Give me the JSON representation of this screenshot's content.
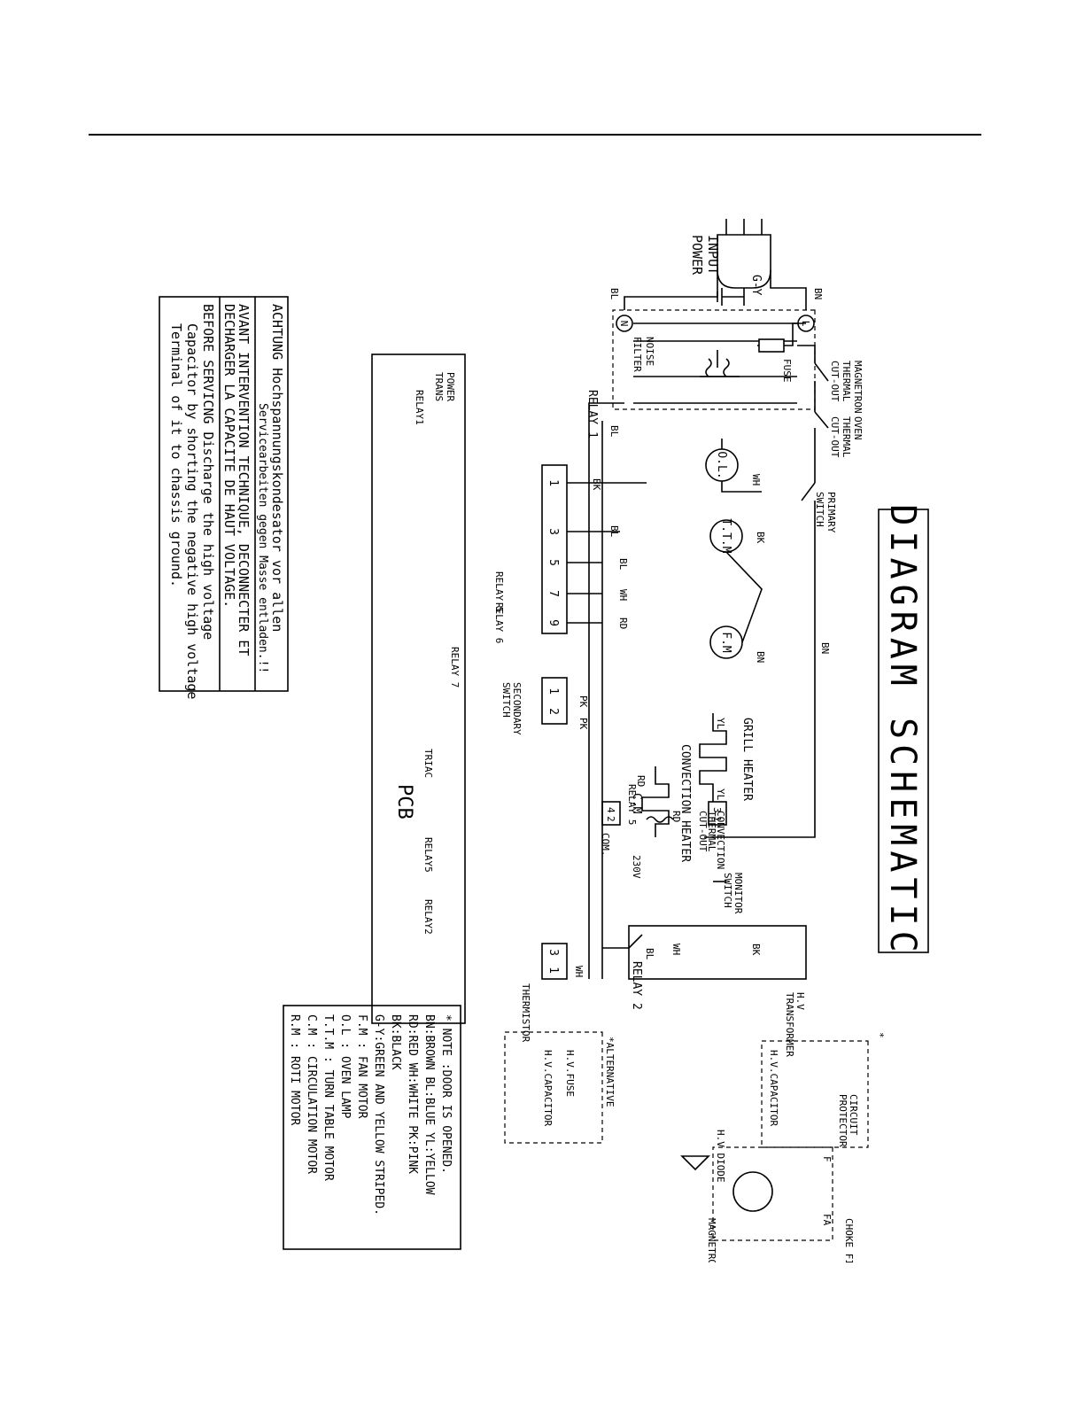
{
  "title": "DIAGRAM SCHEMATIC",
  "pcb": "PCB",
  "input_power": [
    "INPUT",
    "POWER"
  ],
  "ground_label": "G-Y",
  "noise_filter": [
    "NOISE",
    "FILTER"
  ],
  "fuse": "FUSE",
  "magnetron_cutout": [
    "MAGNETRON",
    "THERMAL",
    "CUT-OUT"
  ],
  "oven_cutout": [
    "OVEN",
    "THERMAL",
    "CUT-OUT"
  ],
  "primary_switch": [
    "PRIMARY",
    "SWITCH"
  ],
  "secondary_switch": [
    "SECONDARY",
    "SWITCH"
  ],
  "monitor_switch": [
    "MONITOR",
    "SWITCH"
  ],
  "power_trans": [
    "POWER",
    "TRANS"
  ],
  "relays": {
    "relay1": "RELAY 1",
    "relay1_coil": "RELAY1",
    "relay5": "RELAY 5",
    "relay6": "RELAY 6",
    "relay7": "RELAY 7",
    "relay5_coil": "RELAY5",
    "relay2_coil": "RELAY2",
    "relay2": "RELAY 2",
    "relay5_small": "RELAY 5",
    "triac": "TRIAC"
  },
  "motors": {
    "ol": "O.L.",
    "ttm": "T.T.M",
    "fm": "F.M",
    "cm": "C.M"
  },
  "heaters": {
    "grill": "GRILL HEATER",
    "convection": "CONVECTION HEATER",
    "conv_cutout": [
      "CONVECTION",
      "THERMAL",
      "CUT-OUT"
    ]
  },
  "transformer": [
    "H.V",
    "TRANSFORMER"
  ],
  "hv_diode": "H.V DIODE",
  "circuit_protector": [
    "CIRCUIT",
    "PROTECTOR"
  ],
  "hv_capacitor_small": "H.V.CAPACITOR",
  "alternative": "*ALTERNATIVE",
  "hv_fuse": "H.V.FUSE",
  "hv_capacitor": "H.V.CAPACITOR",
  "magnetron": "MAGNETRON",
  "choke_filter": "CHOKE FILTER(OPTION)",
  "thermistor": "THERMISTOR",
  "cm_voltage": "230V",
  "cm_common": "COM.",
  "connector": {
    "pins": [
      "1",
      "3",
      "5",
      "7",
      "9"
    ],
    "sec_pins": [
      "1",
      "2"
    ],
    "therm_pins": [
      "3",
      "1"
    ],
    "cm_pins": [
      "4",
      "2"
    ],
    "conv_pins": [
      "3",
      "1"
    ]
  },
  "wire_codes": {
    "bn": "BN",
    "bl": "BL",
    "bk": "BK",
    "wh": "WH",
    "rd": "RD",
    "yl": "YL",
    "pk": "PK",
    "f": "F",
    "fa": "FA"
  },
  "warning": [
    "ACHTUNG Hochspannungskondesator vor allen",
    "Servicearbeiten gegen Masse entladen.!!",
    "AVANT INTERVENTION TECHNIQUE, DECONNECTER ET",
    "DECHARGER LA CAPACITE DE HAUT VOLTAGE.",
    "BEFORE SERVICNG Discharge the high voltage",
    "Capacitor by shorting the negative high voltage",
    "Terminal of it to chassis ground."
  ],
  "legend": [
    "* NOTE :DOOR IS OPENED.",
    "BN:BROWN  BL:BLUE  YL:YELLOW",
    "RD:RED  WH:WHITE  PK:PINK",
    "BK:BLACK",
    "G-Y:GREEN AND YELLOW STRIPED.",
    "F.M : FAN MOTOR",
    "O.L : OVEN LAMP",
    "T.T.M : TURN TABLE MOTOR",
    "C.M : CIRCULATION MOTOR",
    "R.M : ROTI MOTOR"
  ],
  "star": "*"
}
